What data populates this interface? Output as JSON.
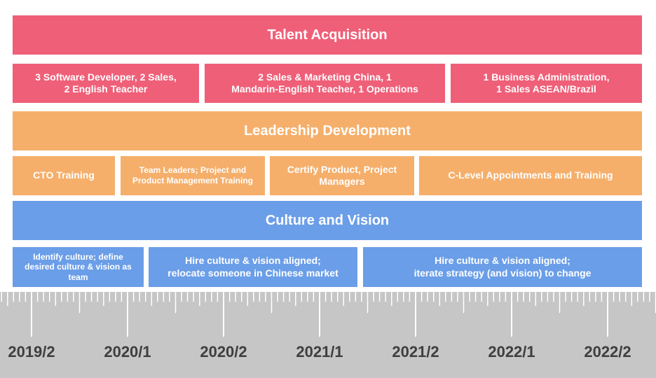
{
  "colors": {
    "talent": "#ef5f78",
    "leadership": "#f5af6b",
    "culture": "#6b9ee8",
    "ruler_bg": "#c6c6c6",
    "ruler_tick": "#ffffff",
    "ruler_text": "#3e3e3e"
  },
  "talent": {
    "title": "Talent Acquisition",
    "items": [
      "3 Software Developer, 2 Sales,\n2 English Teacher",
      "2 Sales & Marketing China, 1\nMandarin-English Teacher, 1 Operations",
      "1 Business Administration,\n1 Sales ASEAN/Brazil"
    ]
  },
  "leadership": {
    "title": "Leadership Development",
    "items": [
      "CTO Training",
      "Team Leaders; Project and\nProduct Management Training",
      "Certify Product, Project\nManagers",
      "C-Level Appointments and Training"
    ]
  },
  "culture": {
    "title": "Culture and Vision",
    "items": [
      "Identify culture; define\ndesired culture & vision as\nteam",
      "Hire culture & vision aligned;\nrelocate someone in Chinese market",
      "Hire culture & vision aligned;\niterate strategy (and vision) to change"
    ]
  },
  "timeline": {
    "labels": [
      "2019/2",
      "2020/1",
      "2020/2",
      "2021/1",
      "2021/2",
      "2022/1",
      "2022/2"
    ]
  }
}
